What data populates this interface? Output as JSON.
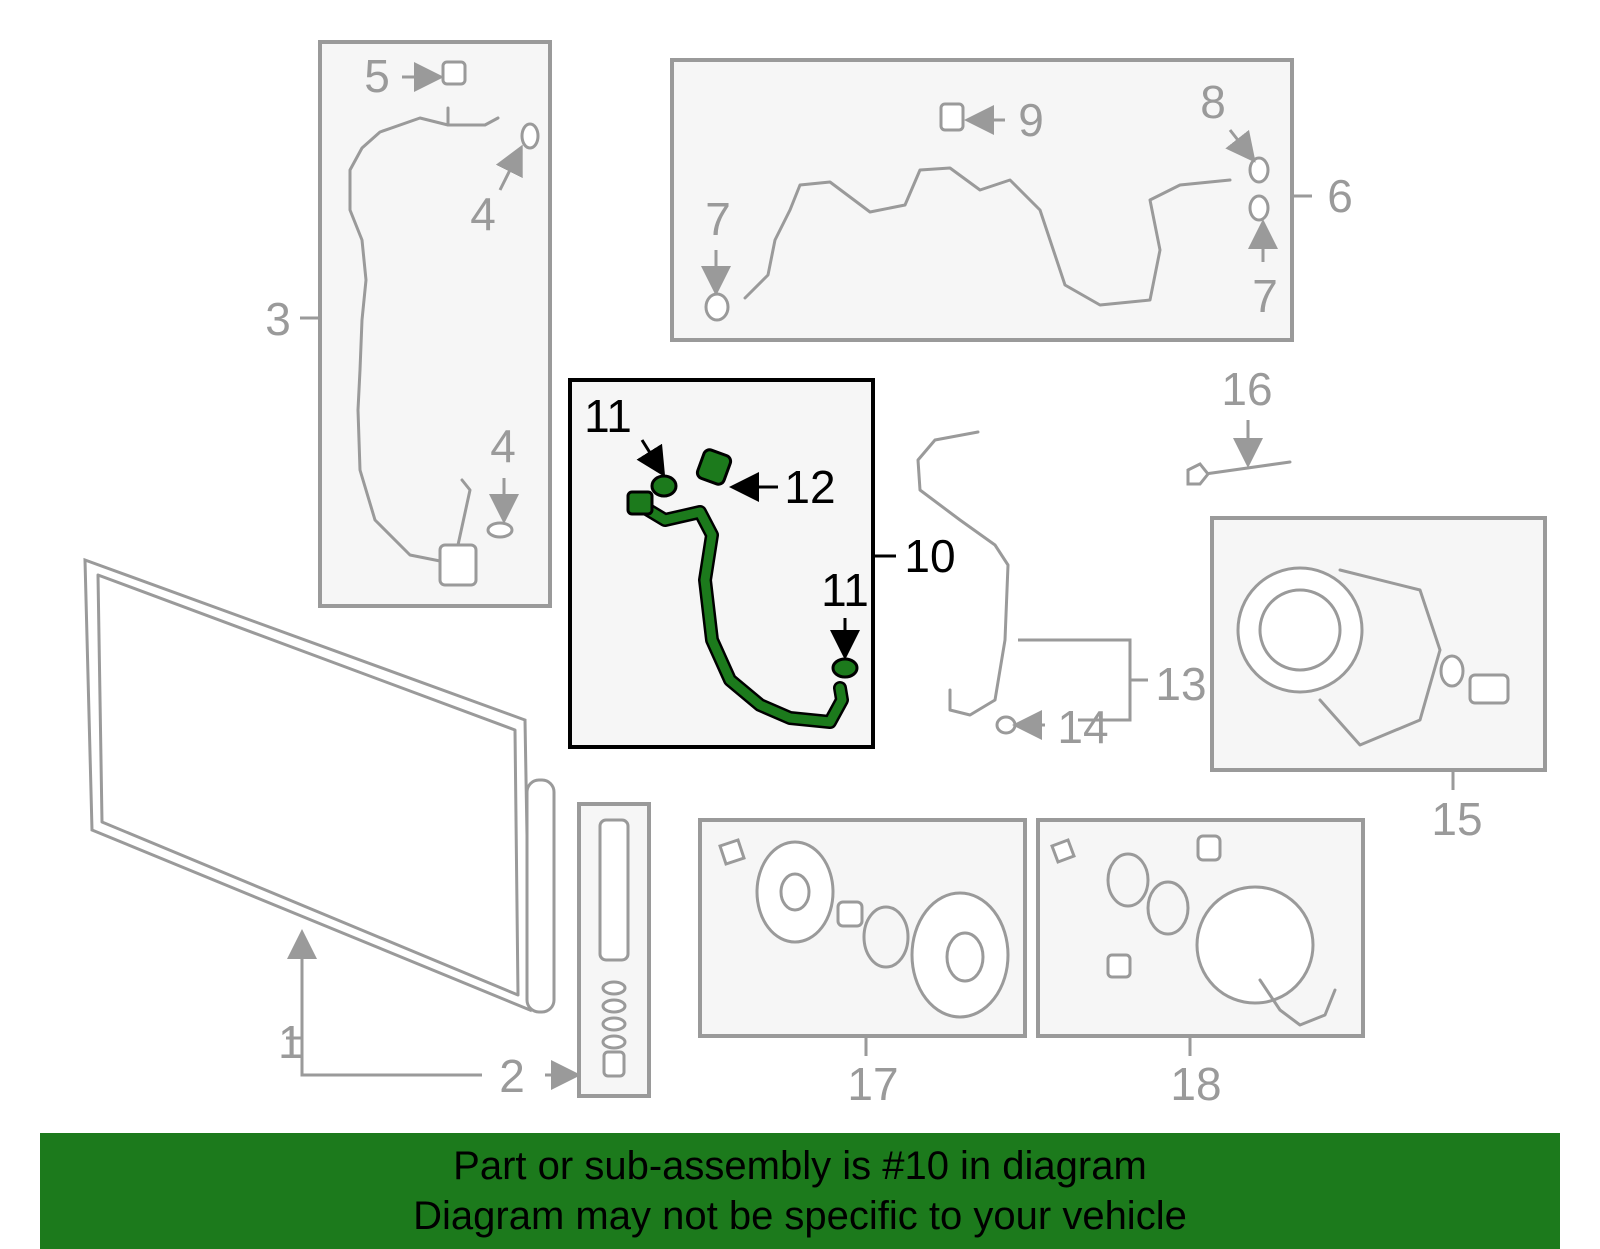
{
  "labels": {
    "l1": "1",
    "l2": "2",
    "l3": "3",
    "l4a": "4",
    "l4b": "4",
    "l5": "5",
    "l6": "6",
    "l7a": "7",
    "l7b": "7",
    "l8": "8",
    "l9": "9",
    "l10": "10",
    "l11a": "11",
    "l11b": "11",
    "l12": "12",
    "l13": "13",
    "l14": "14",
    "l15": "15",
    "l16": "16",
    "l17": "17",
    "l18": "18"
  },
  "highlight": {
    "color": "#1c7a1c",
    "part_number": "10"
  },
  "banner": {
    "line1": "Part or sub-assembly is #10 in diagram",
    "line2": "Diagram may not be specific to your vehicle",
    "background": "#1c7a1c"
  }
}
